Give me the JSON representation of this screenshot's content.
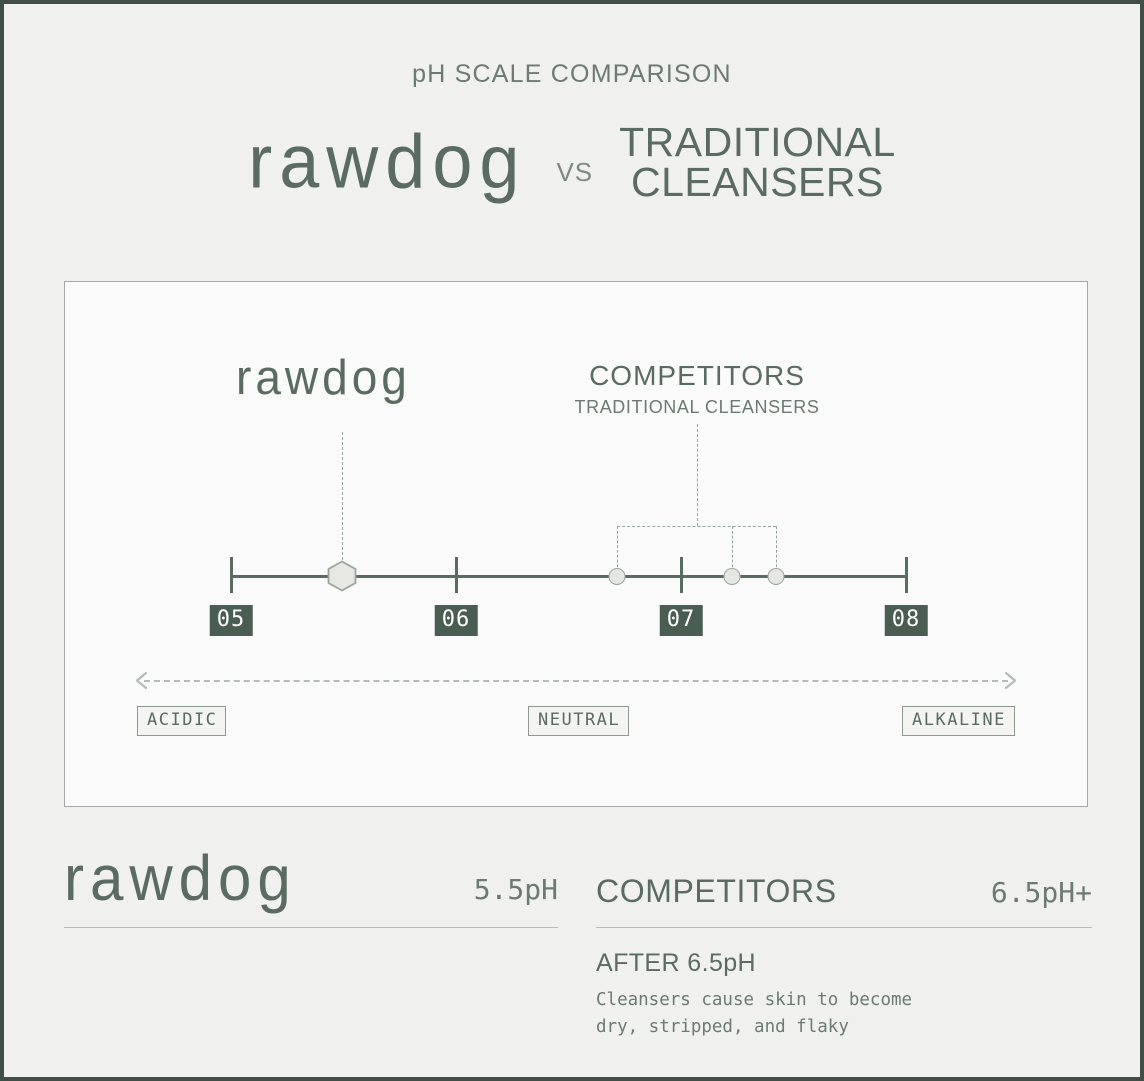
{
  "header": {
    "eyebrow": "pH SCALE COMPARISON",
    "brand": "rawdog",
    "vs": "VS",
    "competitor_title_line1": "TRADITIONAL",
    "competitor_title_line2": "CLEANSERS"
  },
  "panel": {
    "rawdog_label": "rawdog",
    "competitors_label": "COMPETITORS",
    "competitors_sublabel": "TRADITIONAL CLEANSERS",
    "zones": [
      {
        "name": "acidic",
        "label": "ACIDIC"
      },
      {
        "name": "neutral",
        "label": "NEUTRAL"
      },
      {
        "name": "alkaline",
        "label": "ALKALINE"
      }
    ]
  },
  "footer": {
    "rawdog": {
      "brand": "rawdog",
      "ph": "5.5pH"
    },
    "competitors": {
      "name": "COMPETITORS",
      "ph": "6.5pH+",
      "after_heading": "AFTER 6.5pH",
      "after_body": "Cleansers cause skin to become\ndry, stripped, and flaky"
    }
  },
  "colors": {
    "page_bg": "#f0f0ee",
    "panel_bg": "#fafafa",
    "frame_border": "#3f4f47",
    "panel_border": "#a8a8a8",
    "ink": "#5a6b62",
    "ink_muted": "#6b7a72",
    "badge_bg": "#4a5d52",
    "badge_text": "#ffffff",
    "marker_fill": "#e6e6e3",
    "marker_stroke": "#9aa5a0",
    "dashed": "#9aa5a0"
  },
  "chart_data": {
    "type": "scatter",
    "title": "pH SCALE COMPARISON",
    "xlabel": "pH",
    "ylabel": "",
    "xlim": [
      5,
      8
    ],
    "grid": false,
    "legend": "inline-annotations",
    "ticks": [
      {
        "value": 5,
        "label": "05"
      },
      {
        "value": 6,
        "label": "06"
      },
      {
        "value": 7,
        "label": "07"
      },
      {
        "value": 8,
        "label": "08"
      }
    ],
    "series": [
      {
        "name": "rawdog",
        "marker": "hexagon",
        "points": [
          {
            "ph": 5.5,
            "label": "rawdog"
          }
        ]
      },
      {
        "name": "COMPETITORS",
        "marker": "circle",
        "points": [
          {
            "ph": 6.72
          },
          {
            "ph": 7.23
          },
          {
            "ph": 7.43
          }
        ]
      }
    ],
    "zones": [
      {
        "label": "ACIDIC",
        "position": "left"
      },
      {
        "label": "NEUTRAL",
        "position": "center"
      },
      {
        "label": "ALKALINE",
        "position": "right"
      }
    ],
    "annotations": [
      {
        "text": "rawdog",
        "at_ph": 5.5
      },
      {
        "text": "COMPETITORS / TRADITIONAL CLEANSERS",
        "at_ph": 7.08
      }
    ]
  }
}
